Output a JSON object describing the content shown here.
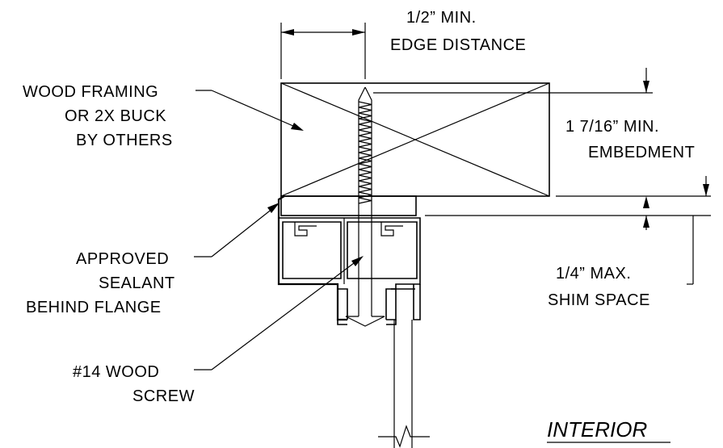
{
  "labels": {
    "edge_distance_line1": "1/2” MIN.",
    "edge_distance_line2": "EDGE DISTANCE",
    "wood_framing_line1": "WOOD FRAMING",
    "wood_framing_line2": "OR 2X BUCK",
    "wood_framing_line3": "BY OTHERS",
    "embedment_line1": "1 7/16” MIN.",
    "embedment_line2": "EMBEDMENT",
    "sealant_line1": "APPROVED",
    "sealant_line2": "SEALANT",
    "sealant_line3": "BEHIND FLANGE",
    "shim_line1": "1/4” MAX.",
    "shim_line2": "SHIM SPACE",
    "screw_line1": "#14 WOOD",
    "screw_line2": "SCREW",
    "interior": "INTERIOR"
  }
}
